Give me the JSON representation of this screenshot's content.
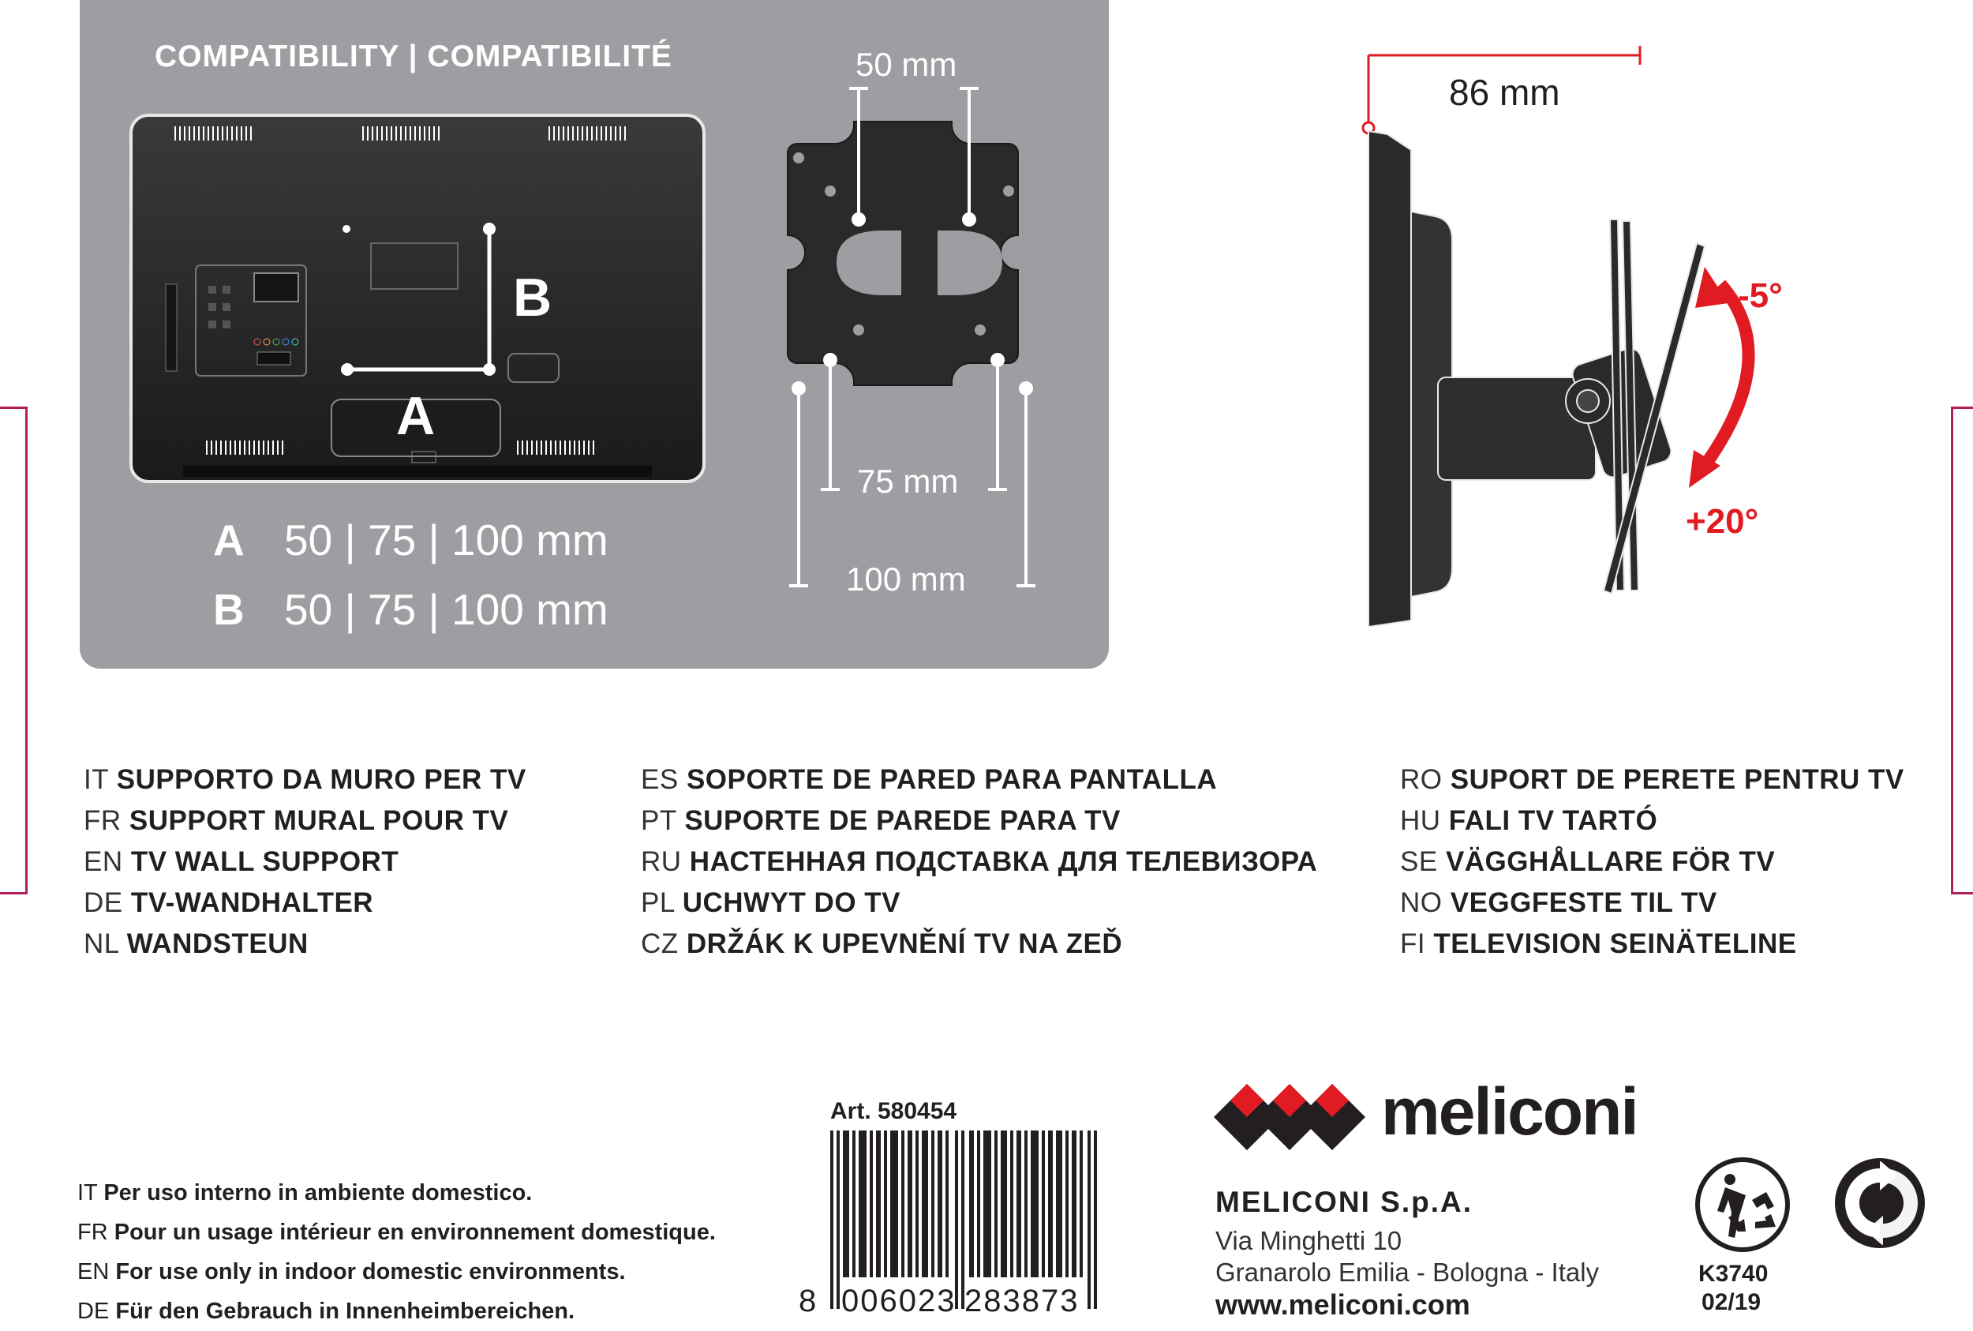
{
  "compatibility": {
    "title": "COMPATIBILITY | COMPATIBILITÉ",
    "label_a": "A",
    "label_b": "B",
    "spec_a": {
      "letter": "A",
      "values": "50 | 75 | 100 mm"
    },
    "spec_b": {
      "letter": "B",
      "values": "50 | 75 | 100 mm"
    }
  },
  "plate": {
    "dim_top": "50 mm",
    "dim_mid": "75 mm",
    "dim_bottom": "100 mm"
  },
  "side_view": {
    "depth": "86 mm",
    "tilt_up": "-5°",
    "tilt_down": "+20°",
    "accent_color": "#e11b22"
  },
  "languages": [
    [
      {
        "code": "IT",
        "text": "SUPPORTO DA MURO PER TV"
      },
      {
        "code": "FR",
        "text": "SUPPORT MURAL POUR TV"
      },
      {
        "code": "EN",
        "text": "TV WALL SUPPORT"
      },
      {
        "code": "DE",
        "text": "TV-WANDHALTER"
      },
      {
        "code": "NL",
        "text": "WANDSTEUN"
      }
    ],
    [
      {
        "code": "ES",
        "text": "SOPORTE DE PARED PARA PANTALLA"
      },
      {
        "code": "PT",
        "text": "SUPORTE DE PAREDE PARA TV"
      },
      {
        "code": "RU",
        "text": "НАСТЕННАЯ ПОДСТАВКА ДЛЯ ТЕЛЕВИЗОРА"
      },
      {
        "code": "PL",
        "text": "UCHWYT DO TV"
      },
      {
        "code": "CZ",
        "text": "DRŽÁK K UPEVNĚNÍ TV NA ZEĎ"
      }
    ],
    [
      {
        "code": "RO",
        "text": "SUPORT DE PERETE PENTRU TV"
      },
      {
        "code": "HU",
        "text": "FALI TV TARTÓ"
      },
      {
        "code": "SE",
        "text": "VÄGGHÅLLARE FÖR TV"
      },
      {
        "code": "NO",
        "text": "VEGGFESTE TIL TV"
      },
      {
        "code": "FI",
        "text": "TELEVISION SEINÄTELINE"
      }
    ]
  ],
  "usage": [
    {
      "code": "IT",
      "text": "Per uso interno in ambiente domestico."
    },
    {
      "code": "FR",
      "text": "Pour un usage intérieur en environnement domestique."
    },
    {
      "code": "EN",
      "text": "For use only in indoor domestic environments."
    },
    {
      "code": "DE",
      "text": "Für den Gebrauch in Innenheimbereichen."
    }
  ],
  "article": "Art. 580454",
  "barcode": {
    "first": "8",
    "left_group": "006023",
    "right_group": "283873"
  },
  "brand": {
    "logo_text": "meliconi",
    "company": "MELICONI S.p.A.",
    "address1": "Via Minghetti 10",
    "address2": "Granarolo Emilia - Bologna - Italy",
    "website": "www.meliconi.com",
    "brand_color": "#e11b22"
  },
  "codes": {
    "line1": "K3740",
    "line2": "02/19"
  },
  "icons": [
    "recycle-person-icon",
    "green-dot-icon"
  ]
}
